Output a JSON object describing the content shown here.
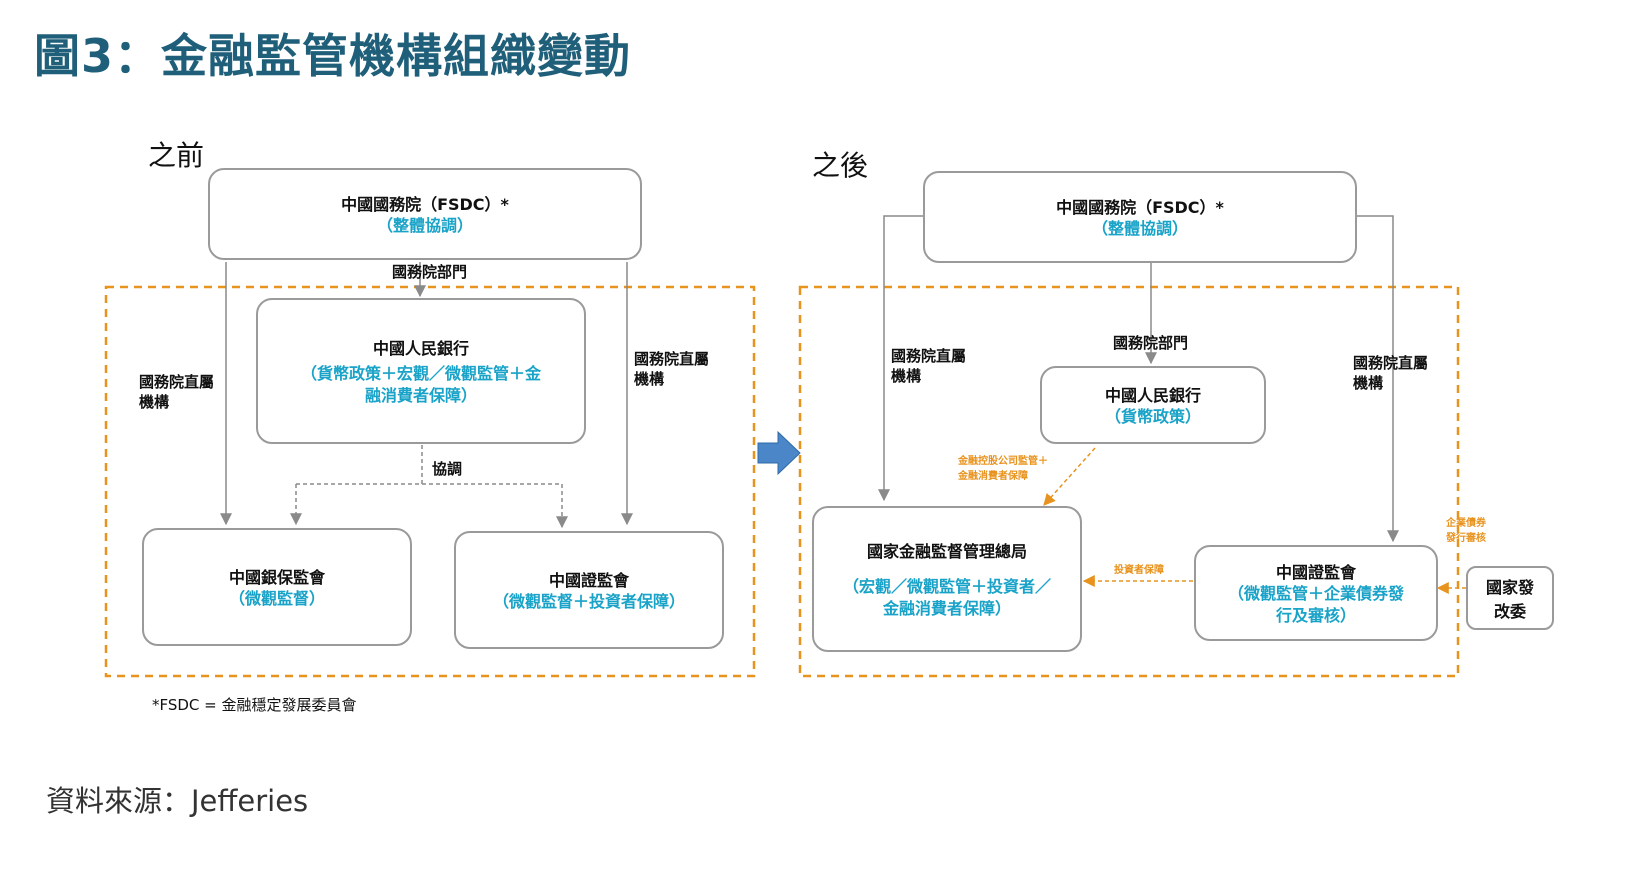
{
  "title": "圖3：金融監管機構組織變動",
  "before": {
    "label": "之前",
    "state_council": {
      "name": "中國國務院（FSDC）*",
      "role": "（整體協調）"
    },
    "pboc": {
      "name": "中國人民銀行",
      "role_line1": "（貨幣政策＋宏觀／微觀監管＋金",
      "role_line2": "融消費者保障）"
    },
    "cbirc": {
      "name": "中國銀保監會",
      "role": "（微觀監督）"
    },
    "csrc": {
      "name": "中國證監會",
      "role": "（微觀監督＋投資者保障）"
    },
    "dept_label": "國務院部門",
    "left_line1": "國務院直屬",
    "left_line2": "機構",
    "right_line1": "國務院直屬",
    "right_line2": "機構",
    "coord_label": "協調"
  },
  "after": {
    "label": "之後",
    "state_council": {
      "name": "中國國務院（FSDC）*",
      "role": "（整體協調）"
    },
    "pboc": {
      "name": "中國人民銀行",
      "role": "（貨幣政策）"
    },
    "nfra": {
      "name": "國家金融監督管理總局",
      "role_line1": "（宏觀／微觀監管＋投資者／",
      "role_line2": "金融消費者保障）"
    },
    "csrc": {
      "name": "中國證監會",
      "role_line1": "（微觀監管＋企業債券發",
      "role_line2": "行及審核）"
    },
    "ndrc": {
      "line1": "國家發",
      "line2": "改委"
    },
    "dept_label": "國務院部門",
    "left_line1": "國務院直屬",
    "left_line2": "機構",
    "right_line1": "國務院直屬",
    "right_line2": "機構",
    "pboc_to_nfra_line1": "金融控股公司監管＋",
    "pboc_to_nfra_line2": "金融消費者保障",
    "csrc_to_nfra": "投資者保障",
    "ndrc_to_csrc_line1": "企業債券",
    "ndrc_to_csrc_line2": "發行審核"
  },
  "footnote": "*FSDC = 金融穩定發展委員會",
  "source": "資料來源：Jefferies",
  "colors": {
    "title": "#1f5f7a",
    "role": "#1aa3c8",
    "orange": "#e8931e",
    "border": "#9a9a9a",
    "arrow": "#4a86c8"
  }
}
